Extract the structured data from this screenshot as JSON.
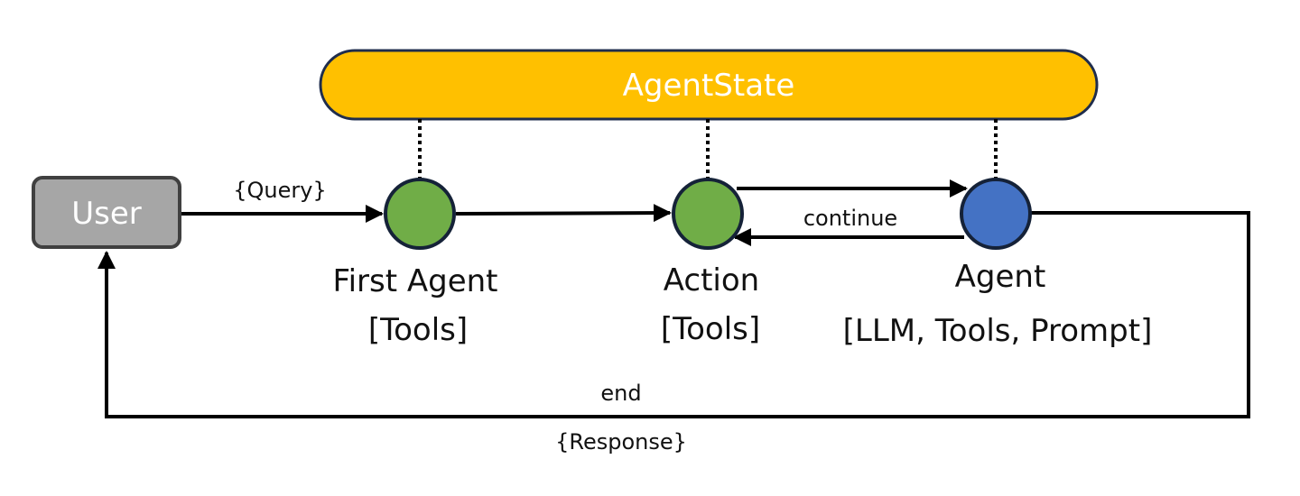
{
  "colors": {
    "state_fill": "#FFC000",
    "state_stroke": "#1F2D4D",
    "user_fill": "#A6A6A6",
    "user_stroke": "#404040",
    "green_node": "#70AD47",
    "blue_node": "#4472C4",
    "node_stroke": "#152238",
    "line": "#000000"
  },
  "state": {
    "label": "AgentState"
  },
  "user": {
    "label": "User"
  },
  "nodes": {
    "first_agent": {
      "title": "First Agent",
      "subtitle": "[Tools]",
      "icon": "circle-node"
    },
    "action": {
      "title": "Action",
      "subtitle": "[Tools]",
      "icon": "circle-node"
    },
    "agent": {
      "title": "Agent",
      "subtitle": "[LLM, Tools, Prompt]",
      "icon": "circle-node"
    }
  },
  "edges": {
    "query": "{Query}",
    "continue": "continue",
    "end": "end",
    "response": "{Response}"
  }
}
